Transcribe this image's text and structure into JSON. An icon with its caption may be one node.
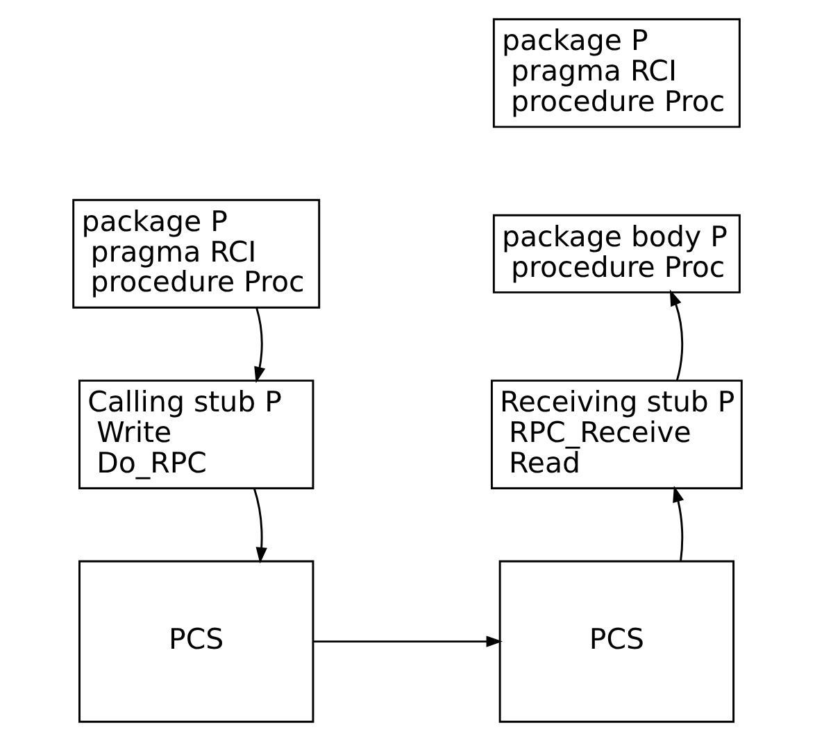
{
  "diagram": {
    "nodes": [
      {
        "text": [
          "package P",
          "pragma RCI",
          "procedure Proc"
        ]
      },
      {
        "text": [
          "Calling stub P",
          "Write",
          "Do_RPC"
        ]
      },
      {
        "text": [
          "PCS"
        ]
      },
      {
        "text": [
          "package P",
          "pragma RCI",
          "procedure Proc"
        ]
      },
      {
        "text": [
          "package body P",
          "procedure Proc"
        ]
      },
      {
        "text": [
          "Receiving stub P",
          "RPC_Receive",
          "Read"
        ]
      },
      {
        "text": [
          "PCS"
        ]
      }
    ],
    "edges": [
      {
        "from": 0,
        "to": 1,
        "arrow": "to"
      },
      {
        "from": 1,
        "to": 2,
        "arrow": "to"
      },
      {
        "from": 2,
        "to": 6,
        "arrow": "to"
      },
      {
        "from": 6,
        "to": 5,
        "arrow": "to"
      },
      {
        "from": 5,
        "to": 4,
        "arrow": "to"
      }
    ]
  }
}
